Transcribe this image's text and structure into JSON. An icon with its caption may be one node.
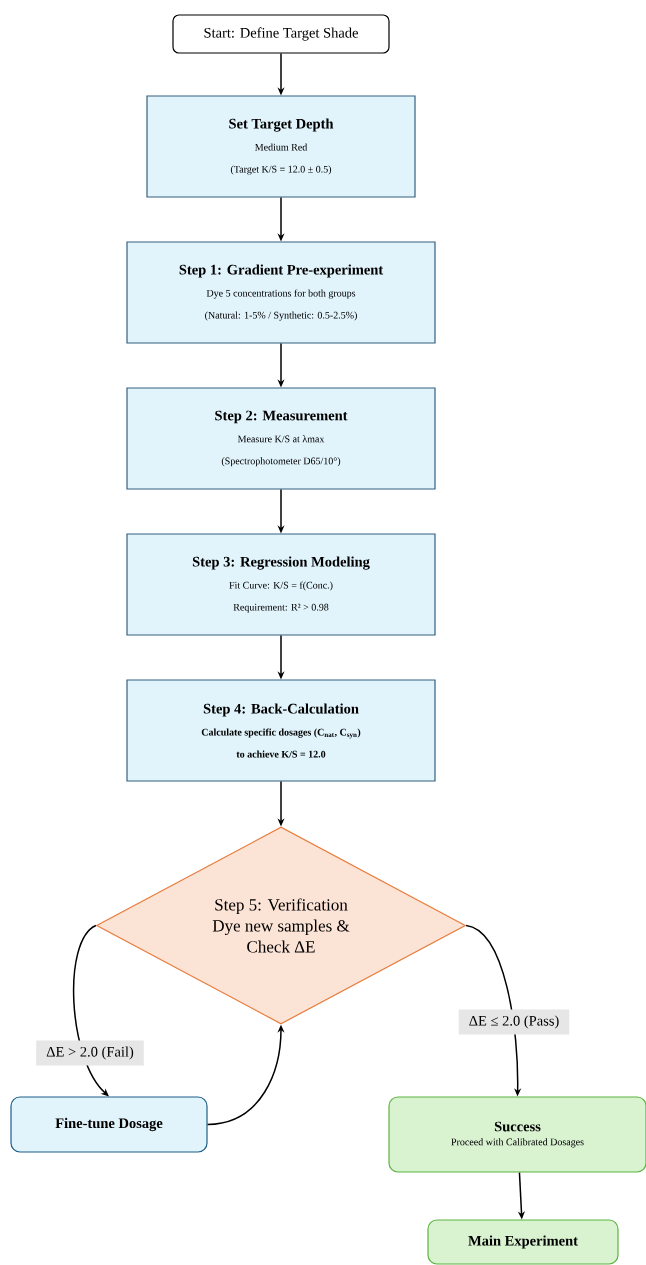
{
  "diagram": {
    "nodes": [
      {
        "text": [
          "Start: Define Target Shade"
        ]
      },
      {
        "text": [
          "Set Target Depth",
          "Medium Red",
          "(Target K/S = 12.0 ± 0.5)"
        ]
      },
      {
        "text": [
          "Step 1: Gradient Pre-experiment",
          "Dye 5 concentrations for both groups",
          "(Natural: 1-5% / Synthetic: 0.5-2.5%)"
        ]
      },
      {
        "text": [
          "Step 2: Measurement",
          "Measure K/S at λmax",
          "(Spectrophotometer D65/10°)"
        ]
      },
      {
        "text": [
          "Step 3: Regression Modeling",
          "Fit Curve: K/S = f(Conc.)",
          "Requirement: R² > 0.98"
        ]
      },
      {
        "text": [
          "Step 4: Back-Calculation",
          "Calculate specific dosages (C$_{nat}$, C$_{syn}$)",
          "to achieve K/S = 12.0"
        ]
      },
      {
        "text": [
          "Step 5: Verification",
          "Dye new samples & Check ΔE"
        ]
      },
      {
        "text": [
          "Fine-tune Dosage"
        ]
      },
      {
        "text": [
          "Success",
          "Proceed with Calibrated Dosages"
        ]
      },
      {
        "text": [
          "Main Experiment"
        ]
      }
    ],
    "edges": [
      {
        "from": 0,
        "to": 1,
        "arrow": "to"
      },
      {
        "from": 1,
        "to": 2,
        "arrow": "to"
      },
      {
        "from": 2,
        "to": 3,
        "arrow": "to"
      },
      {
        "from": 3,
        "to": 4,
        "arrow": "to"
      },
      {
        "from": 4,
        "to": 5,
        "arrow": "to"
      },
      {
        "from": 5,
        "to": 6,
        "arrow": "to"
      },
      {
        "from": 6,
        "to": 7,
        "arrow": "to",
        "label": "ΔE > 2.0 (Fail)"
      },
      {
        "from": 7,
        "to": 6,
        "arrow": "to"
      },
      {
        "from": 6,
        "to": 8,
        "arrow": "to",
        "label": "ΔE ≤ 2.0 (Pass)"
      },
      {
        "from": 8,
        "to": 9,
        "arrow": "to"
      }
    ]
  }
}
